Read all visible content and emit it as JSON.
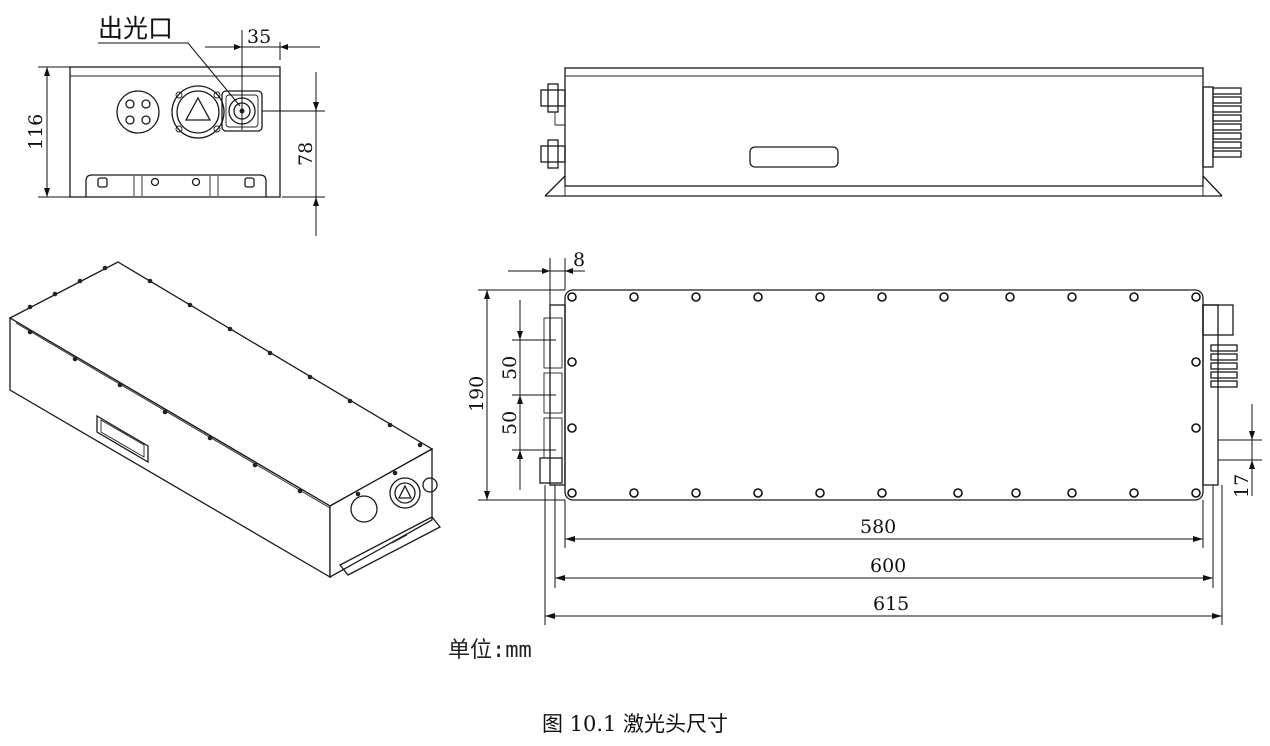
{
  "labels": {
    "aperture": "出光口",
    "unit": "单位:mm",
    "caption": "图 10.1 激光头尺寸"
  },
  "dimensions": {
    "front_width_offset": "35",
    "front_height": "116",
    "front_axis_height": "78",
    "flange_thickness": "8",
    "top_width": "190",
    "hole_pitch_a": "50",
    "hole_pitch_b": "50",
    "side_offset": "17",
    "inner_length": "580",
    "body_length": "600",
    "overall_length": "615"
  }
}
